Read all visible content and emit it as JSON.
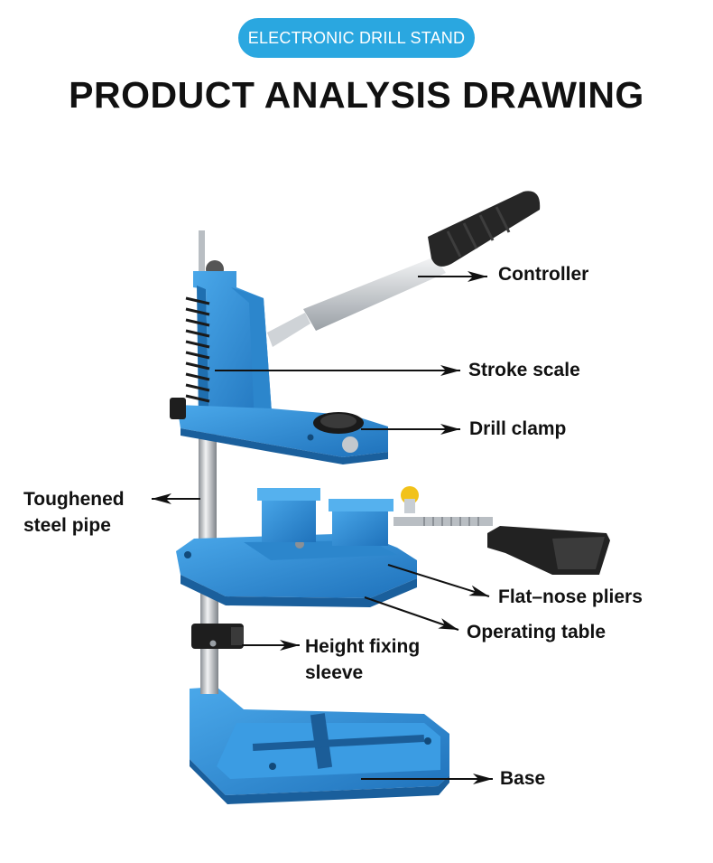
{
  "header": {
    "category": "ELECTRONIC DRILL STAND",
    "title": "PRODUCT ANALYSIS DRAWING"
  },
  "labels": {
    "controller": "Controller",
    "stroke_scale": "Stroke scale",
    "drill_clamp": "Drill clamp",
    "toughened_steel_pipe_1": "Toughened",
    "toughened_steel_pipe_2": "steel pipe",
    "flat_nose_pliers": "Flat–nose pliers",
    "operating_table": "Operating table",
    "height_fixing_sleeve_1": "Height fixing",
    "height_fixing_sleeve_2": "sleeve",
    "base": "Base"
  },
  "colors": {
    "accent": "#2aa7e0",
    "body_blue": "#2f8fd6",
    "body_dark": "#1f6fb0",
    "steel": "#c9ccd0",
    "handle": "#2a2a2a"
  }
}
